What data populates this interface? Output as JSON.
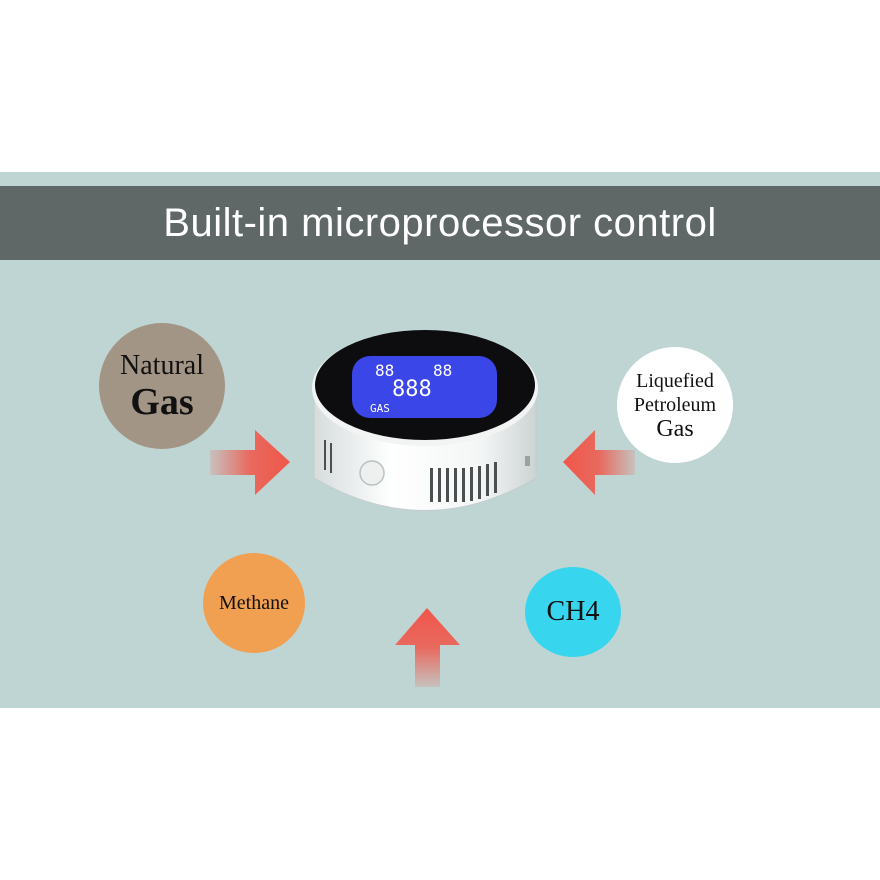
{
  "banner": {
    "title": "Built-in microprocessor control"
  },
  "gases": {
    "natural_gas": {
      "line1": "Natural",
      "line2": "Gas",
      "color": "#a39585"
    },
    "lpg": {
      "line1": "Liquefied",
      "line2": "Petroleum",
      "line3": "Gas",
      "color": "#ffffff"
    },
    "methane": {
      "label": "Methane",
      "color": "#f0a050"
    },
    "ch4": {
      "label": "CH4",
      "color": "#37d5ee"
    }
  },
  "device": {
    "display": {
      "top_left": "88",
      "top_right": "88",
      "main": "888",
      "label": "GAS"
    },
    "screen_color": "#3a46e8"
  },
  "colors": {
    "arrow": "#f0564a",
    "background": "#bfd5d3",
    "banner": "#5f6767"
  }
}
